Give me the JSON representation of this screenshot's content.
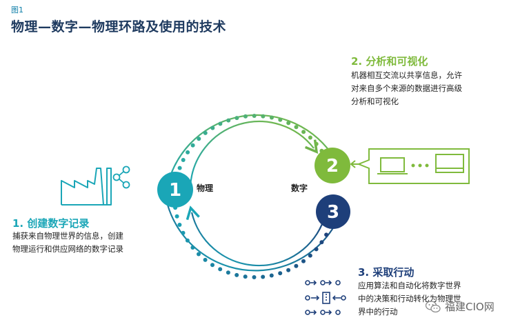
{
  "figure": {
    "label": "图1",
    "title": "物理—数字—物理环路及使用的技术"
  },
  "steps": {
    "create": {
      "number": "1",
      "title": "1. 创建数字记录",
      "desc_lines": [
        "捕获来自物理世界的信息，创建",
        "物理运行和供应网络的数字记录"
      ],
      "side_label": "物理"
    },
    "analyze": {
      "number": "2",
      "title": "2. 分析和可视化",
      "desc_lines": [
        "机器相互交流以共享信息，允许",
        "对来自多个来源的数据进行高级",
        "分析和可视化"
      ]
    },
    "act": {
      "number": "3",
      "title": "3. 采取行动",
      "desc_lines": [
        "应用算法和自动化将数字世界",
        "中的决策和行动转化为物理世",
        "界中的行动"
      ]
    },
    "digital_label": "数字"
  },
  "colors": {
    "teal": "#1aa6b7",
    "green": "#7fba3c",
    "navy": "#1e3f7a",
    "title": "#1e3a5f"
  },
  "icons": [
    "factory-icon",
    "share-icon",
    "monitor-icon",
    "laptop-icon",
    "algorithm-arrows-icon",
    "wechat-icon"
  ],
  "watermark": "福建CIO网"
}
